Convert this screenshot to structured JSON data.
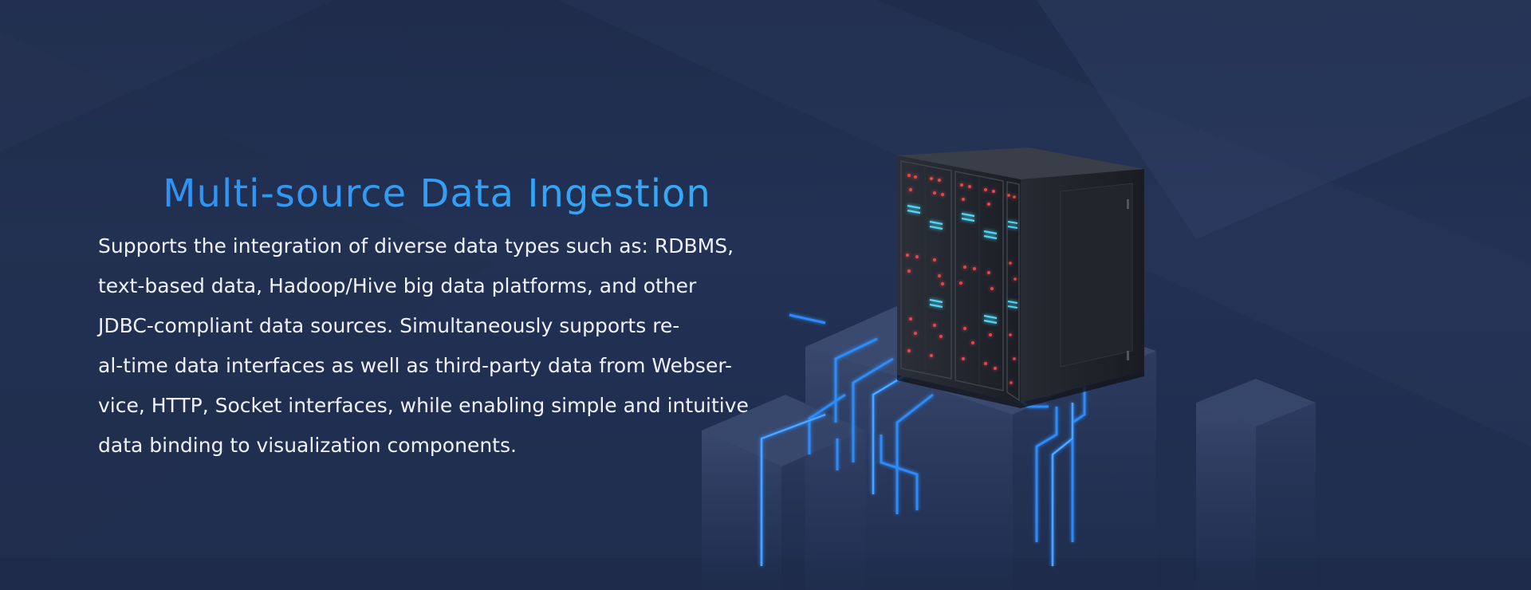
{
  "feature": {
    "title": "Multi-source Data Ingestion",
    "description_lines": [
      "Supports the integration of diverse data types such as: RDBMS,",
      "text-based data, Hadoop/Hive big data platforms, and other",
      "JDBC-compliant data sources. Simultaneously supports re-",
      "al-time data interfaces as well as third-party data from Webser-",
      "vice, HTTP, Socket interfaces, while enabling simple and intuitive",
      "data binding to visualization components."
    ],
    "illustration_icon": "server-rack-icon"
  },
  "colors": {
    "background": "#1f2c4c",
    "title_accent": "#2f9bf4",
    "body_text": "#eef2f8",
    "circuit_glow": "#2e8fff",
    "server_led_red": "#e8454a",
    "server_led_cyan": "#4fd8f6"
  }
}
